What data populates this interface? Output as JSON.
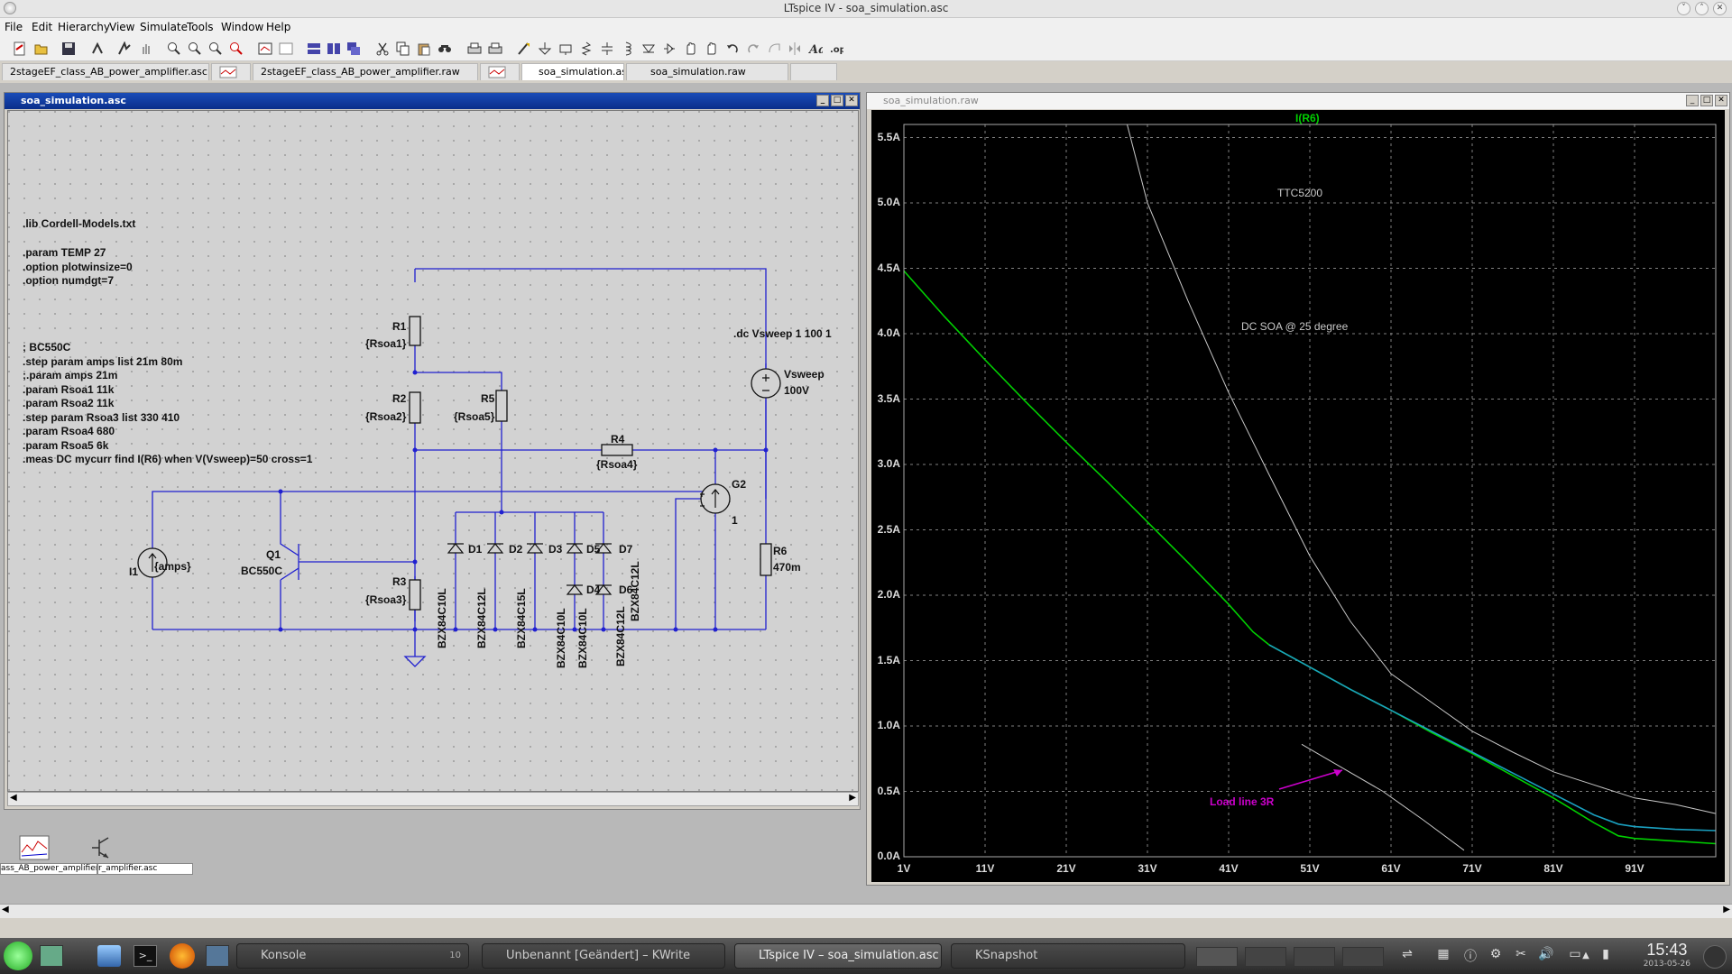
{
  "app": {
    "title": "LTspice IV - soa_simulation.asc"
  },
  "menu": [
    "File",
    "Edit",
    "Hierarchy",
    "View",
    "Simulate",
    "Tools",
    "Window",
    "Help"
  ],
  "toolbar_icons": [
    "new-schematic-icon",
    "open-icon",
    "save-icon",
    "control-panel-icon",
    "run-icon",
    "halt-icon",
    "zoom-in-icon",
    "zoom-out-icon",
    "zoom-fit-icon",
    "zoom-cancel-icon",
    "autoscale-icon",
    "view-spice-error-log-icon",
    "tile-horizontal-icon",
    "tile-vertical-icon",
    "cascade-icon",
    "cut-icon",
    "copy-icon",
    "paste-icon",
    "find-icon",
    "print-setup-icon",
    "print-icon",
    "wire-icon",
    "ground-icon",
    "label-icon",
    "resistor-icon",
    "capacitor-icon",
    "inductor-icon",
    "diode-icon",
    "component-icon",
    "move-icon",
    "drag-icon",
    "undo-icon",
    "redo-icon",
    "rotate-icon",
    "mirror-icon",
    "text-icon",
    "spice-directive-icon"
  ],
  "tabs": [
    {
      "label": "2stageEF_class_AB_power_amplifier.asc"
    },
    {
      "label": ""
    },
    {
      "label": "2stageEF_class_AB_power_amplifier.raw"
    },
    {
      "label": ""
    },
    {
      "label": "soa_simulation.asc"
    },
    {
      "label": "soa_simulation.raw"
    },
    {
      "label": ""
    }
  ],
  "schematic_window": {
    "title": "soa_simulation.asc",
    "directives": [
      ".lib Cordell-Models.txt",
      ".param TEMP 27",
      ".option plotwinsize=0",
      ".option numdgt=7",
      "; BC550C",
      ".step param amps list 21m 80m",
      ";.param amps 21m",
      ".param Rsoa1 11k",
      ".param Rsoa2 11k",
      ".step param Rsoa3  list 330 410",
      ".param Rsoa4 680",
      ".param Rsoa5 6k",
      ".meas DC mycurr find I(R6) when V(Vsweep)=50 cross=1"
    ],
    "dc_directive": ".dc Vsweep 1 100 1",
    "components": {
      "R1": "R1",
      "R1v": "{Rsoa1}",
      "R2": "R2",
      "R2v": "{Rsoa2}",
      "R3": "R3",
      "R3v": "{Rsoa3}",
      "R4": "R4",
      "R4v": "{Rsoa4}",
      "R5": "R5",
      "R5v": "{Rsoa5}",
      "R6": "R6",
      "R6v": "470m",
      "Vsweep": "Vsweep",
      "Vsweepv": "100V",
      "G2": "G2",
      "G2v": "1",
      "I1": "I1",
      "I1v": "{amps}",
      "Q1": "Q1",
      "Q1v": "BC550C",
      "D1": "D1",
      "D2": "D2",
      "D3": "D3",
      "D4": "D4",
      "D5": "D5",
      "D6": "D6",
      "D7": "D7",
      "D1v": "BZX84C10L",
      "D2v": "BZX84C12L",
      "D3v": "BZX84C15L",
      "D4v": "BZX84C10L",
      "D5v": "BZX84C10L",
      "D6v": "BZX84C12L",
      "D7v": "BZX84C12L"
    }
  },
  "waveform_window": {
    "title": "soa_simulation.raw",
    "trace_label": "I(R6)",
    "annotations": {
      "device": "TTC5200",
      "soa": "DC SOA @ 25 degree",
      "loadline": "Load line 3R"
    },
    "colors": {
      "trace": "#00d000",
      "trace2": "#1aa0c0",
      "soa_curve": "#c8c8c8",
      "loadline": "#cc00cc",
      "grid": "#808080"
    }
  },
  "chart_data": {
    "type": "line",
    "title": "",
    "xlabel": "",
    "ylabel": "",
    "x_ticks": [
      "1V",
      "11V",
      "21V",
      "31V",
      "41V",
      "51V",
      "61V",
      "71V",
      "81V",
      "91V"
    ],
    "y_ticks": [
      "0.0A",
      "0.5A",
      "1.0A",
      "1.5A",
      "2.0A",
      "2.5A",
      "3.0A",
      "3.5A",
      "4.0A",
      "4.5A",
      "5.0A",
      "5.5A"
    ],
    "xlim": [
      1,
      101
    ],
    "ylim": [
      0,
      5.5
    ],
    "series": [
      {
        "name": "I(R6)",
        "color": "#00d000",
        "x": [
          1,
          6,
          11,
          16,
          21,
          26,
          31,
          36,
          41,
          44,
          46,
          51,
          56,
          61,
          66,
          71,
          76,
          81,
          86,
          89,
          91,
          96,
          101
        ],
        "y": [
          4.48,
          4.13,
          3.8,
          3.48,
          3.17,
          2.87,
          2.56,
          2.25,
          1.93,
          1.72,
          1.62,
          1.45,
          1.28,
          1.12,
          0.95,
          0.79,
          0.62,
          0.45,
          0.26,
          0.16,
          0.14,
          0.12,
          0.1
        ]
      },
      {
        "name": "",
        "color": "#1aa0c0",
        "x": [
          46,
          51,
          56,
          61,
          66,
          71,
          76,
          81,
          86,
          89,
          91,
          96,
          101
        ],
        "y": [
          1.62,
          1.45,
          1.28,
          1.12,
          0.96,
          0.8,
          0.64,
          0.48,
          0.32,
          0.25,
          0.23,
          0.21,
          0.2
        ]
      },
      {
        "name": "",
        "color": "#c8c8c8",
        "x": [
          28.5,
          31,
          36,
          41,
          46,
          51,
          56,
          61,
          66,
          71,
          76,
          81,
          86,
          91,
          96,
          101
        ],
        "y": [
          5.65,
          5.0,
          4.25,
          3.55,
          2.92,
          2.3,
          1.8,
          1.4,
          1.18,
          0.96,
          0.8,
          0.65,
          0.55,
          0.45,
          0.4,
          0.33
        ]
      },
      {
        "name": "",
        "color": "#c8c8c8",
        "x": [
          50,
          55,
          60,
          65,
          70
        ],
        "y": [
          0.86,
          0.68,
          0.5,
          0.28,
          0.05
        ]
      }
    ]
  },
  "minimized": [
    {
      "label": "ass_AB_power_amplifier.raw"
    },
    {
      "label": "r_amplifier.asc"
    }
  ],
  "taskbar": {
    "tasks": [
      "Konsole",
      "Unbenannt [Geändert] – KWrite",
      "LTspice IV – soa_simulation.asc",
      "KSnapshot"
    ],
    "konsole_badge": "10",
    "time": "15:43",
    "date": "2013-05-26"
  }
}
